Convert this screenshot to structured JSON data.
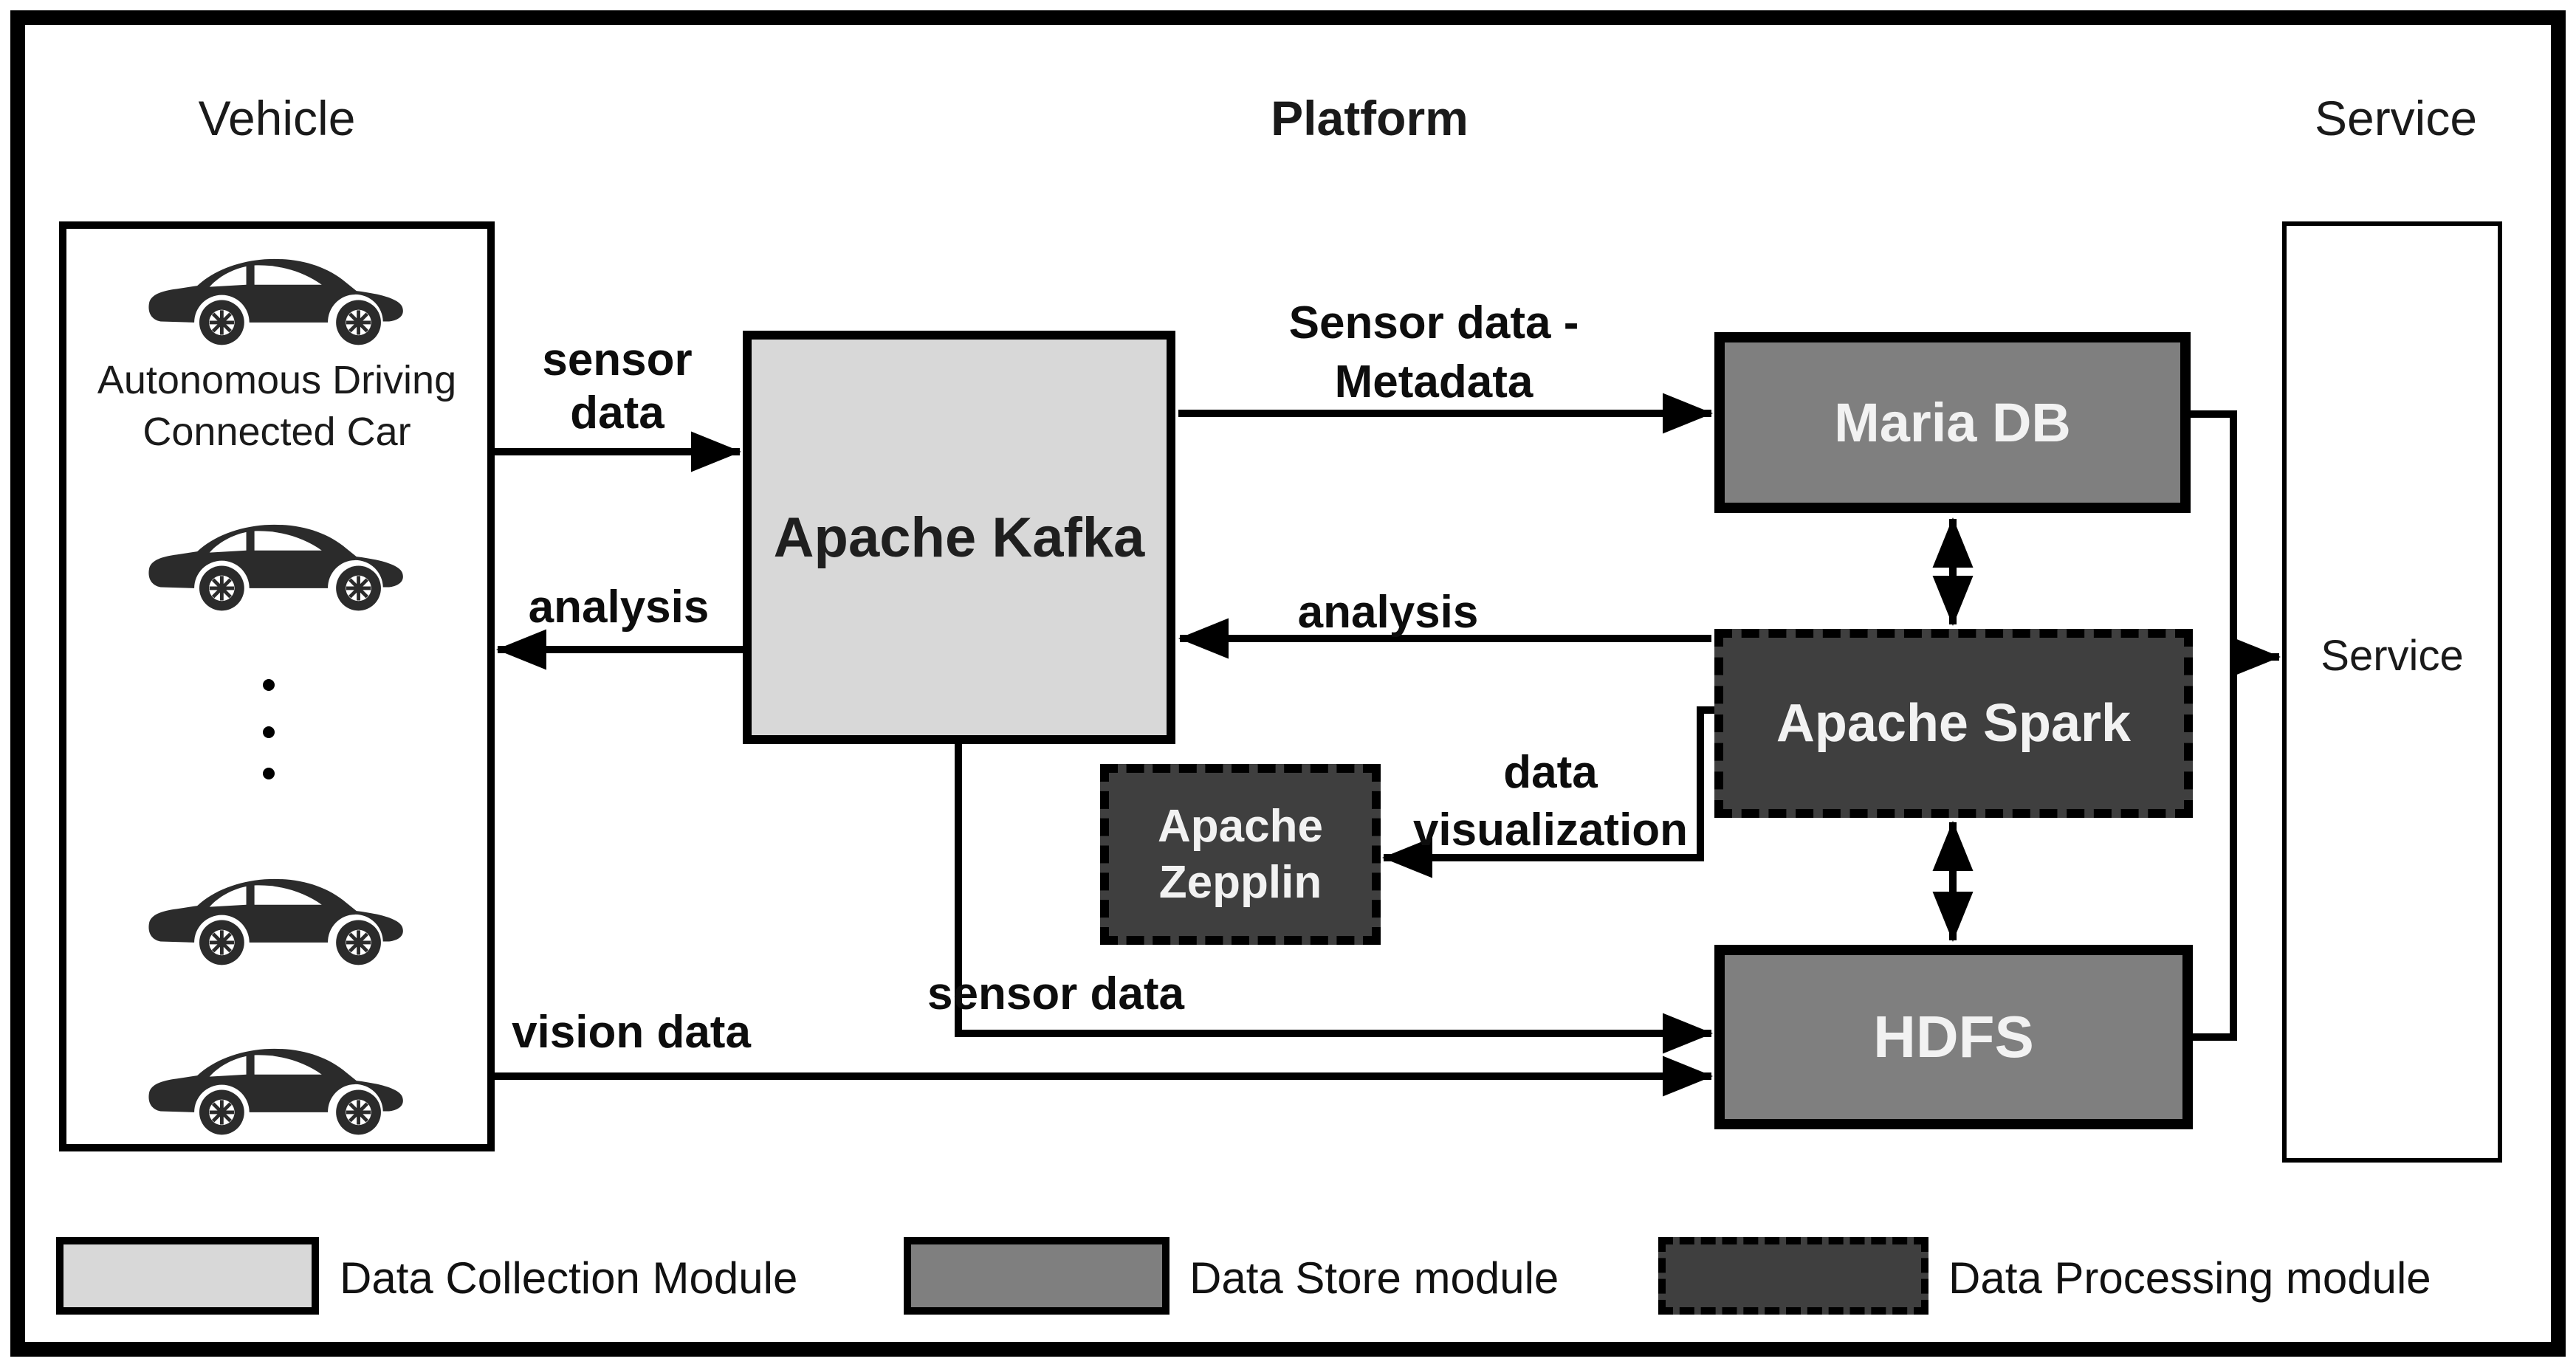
{
  "headings": {
    "vehicle": "Vehicle",
    "platform": "Platform",
    "service": "Service"
  },
  "vehicle_panel": {
    "caption_line1": "Autonomous Driving",
    "caption_line2": "Connected Car",
    "car_count": 4
  },
  "modules": {
    "kafka": {
      "label": "Apache Kafka",
      "module_type": "data-collection",
      "fill": "#d8d8d8",
      "text_color": "#1f1f1f"
    },
    "mariadb": {
      "label": "Maria DB",
      "module_type": "data-store",
      "fill": "#7f7f7f",
      "text_color": "#f2f2f2"
    },
    "spark": {
      "label": "Apache Spark",
      "module_type": "data-processing",
      "fill": "#3f3f3f",
      "text_color": "#f2f2f2"
    },
    "zepplin": {
      "label_line1": "Apache",
      "label_line2": "Zepplin",
      "module_type": "data-processing",
      "fill": "#3f3f3f",
      "text_color": "#f2f2f2"
    },
    "hdfs": {
      "label": "HDFS",
      "module_type": "data-store",
      "fill": "#7f7f7f",
      "text_color": "#f2f2f2"
    },
    "service": {
      "label": "Service",
      "fill": "#ffffff",
      "text_color": "#1a1a1a"
    }
  },
  "flows": {
    "sensor_data_in_line1": "sensor",
    "sensor_data_in_line2": "data",
    "analysis_to_vehicle": "analysis",
    "sensor_metadata_line1": "Sensor data -",
    "sensor_metadata_line2": "Metadata",
    "analysis_spark_to_kafka": "analysis",
    "data_visualization_line1": "data",
    "data_visualization_line2": "visualization",
    "sensor_data_to_hdfs": "sensor data",
    "vision_data": "vision data"
  },
  "legend": [
    {
      "label": "Data Collection Module",
      "fill": "#d8d8d8",
      "border_style": "solid"
    },
    {
      "label": "Data Store module",
      "fill": "#7f7f7f",
      "border_style": "solid"
    },
    {
      "label": "Data Processing module",
      "fill": "#3f3f3f",
      "border_style": "dashed"
    }
  ],
  "colors": {
    "outline": "#000000",
    "background": "#ffffff",
    "car_icon": "#2b2b2b"
  }
}
